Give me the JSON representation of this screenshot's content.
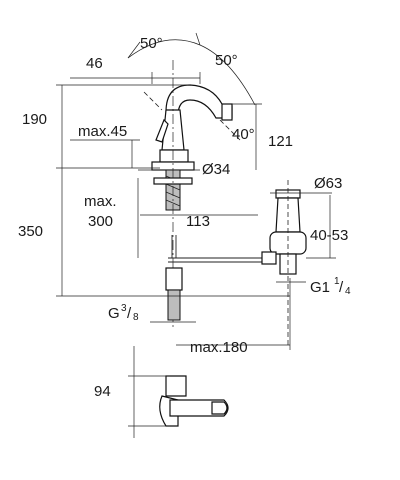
{
  "dimensions": {
    "angle_left": "50°",
    "angle_right": "50°",
    "spout_offset": "46",
    "height_190": "190",
    "max_45": "max.45",
    "angle_40": "40°",
    "height_121": "121",
    "diameter_34": "Ø34",
    "diameter_63": "Ø63",
    "max_label": "max.",
    "max_300": "300",
    "reach_113": "113",
    "range_40_53": "40-53",
    "height_350": "350",
    "thread_g1": "G1",
    "thread_g1_num": "1",
    "thread_g1_den": "4",
    "thread_g": "G",
    "thread_g_num": "3",
    "thread_g_den": "8",
    "max_180": "max.180",
    "depth_94": "94"
  }
}
